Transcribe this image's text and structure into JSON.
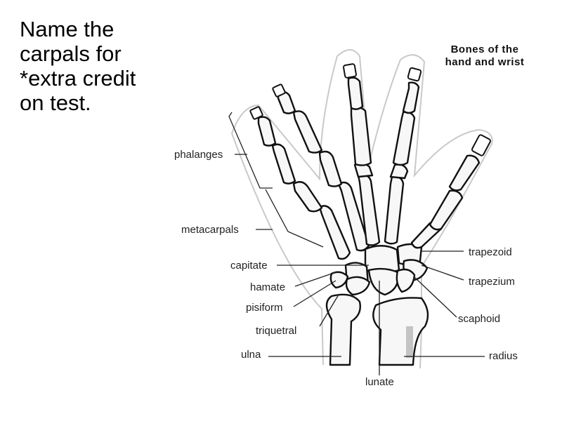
{
  "side_text": "Name the\ncarpals for\n*extra credit\non test.",
  "diagram": {
    "title_line1": "Bones of the",
    "title_line2": "hand and wrist",
    "labels": {
      "phalanges": "phalanges",
      "metacarpals": "metacarpals",
      "capitate": "capitate",
      "hamate": "hamate",
      "pisiform": "pisiform",
      "triquetral": "triquetral",
      "ulna": "ulna",
      "lunate": "lunate",
      "trapezoid": "trapezoid",
      "trapezium": "trapezium",
      "scaphoid": "scaphoid",
      "radius": "radius"
    }
  }
}
